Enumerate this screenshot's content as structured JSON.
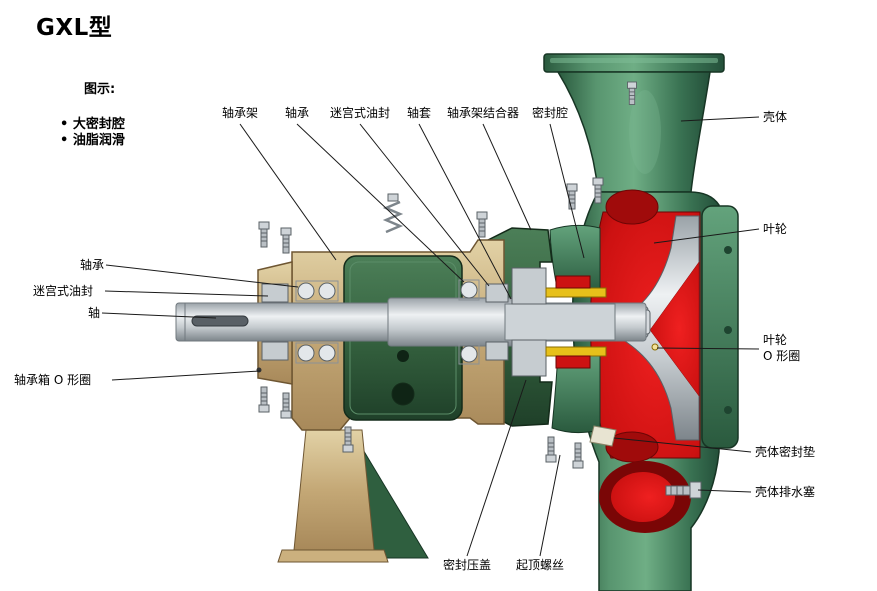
{
  "title": "GXL型",
  "legend": {
    "heading": "图示:",
    "items": [
      "• 大密封腔",
      "• 油脂润滑"
    ]
  },
  "callouts": {
    "top": [
      {
        "text": "轴承架"
      },
      {
        "text": "轴承"
      },
      {
        "text": "迷宫式油封"
      },
      {
        "text": "轴套"
      },
      {
        "text": "轴承架结合器"
      },
      {
        "text": "密封腔"
      }
    ],
    "right": [
      {
        "text": "壳体"
      },
      {
        "text": "叶轮"
      },
      {
        "text": "叶轮\nO 形圈"
      },
      {
        "text": "壳体密封垫"
      },
      {
        "text": "壳体排水塞"
      }
    ],
    "left": [
      {
        "text": "轴承"
      },
      {
        "text": "迷宫式油封"
      },
      {
        "text": "轴"
      },
      {
        "text": "轴承箱 O 形圈"
      }
    ],
    "bottom": [
      {
        "text": "密封压盖"
      },
      {
        "text": "起顶螺丝"
      }
    ]
  },
  "diagram": {
    "subject": "GXL 型泵剖面图",
    "colors": {
      "casing_green": "#3f7d5c",
      "frame_green": "#2f5f3f",
      "volute_red": "#cc1111",
      "housing_tan": "#c9b084",
      "shaft_gray": "#c7ccd0",
      "seal_yellow": "#e7c01a"
    }
  }
}
